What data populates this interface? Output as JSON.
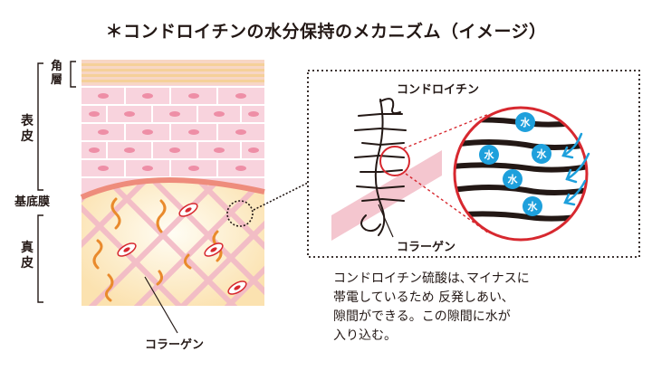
{
  "title": "＊コンドロイチンの水分保持のメカニズム（イメージ）",
  "skin_layers": {
    "kakuso_line1": "角",
    "kakuso_line2": "層",
    "hyohi_line1": "表",
    "hyohi_line2": "皮",
    "kiteimaku": "基底膜",
    "shinpi_line1": "真",
    "shinpi_line2": "皮"
  },
  "callouts": {
    "chondroitin": "コンドロイチン",
    "collagen_right": "コラーゲン",
    "collagen_bottom": "コラーゲン"
  },
  "water_label": "水",
  "description": {
    "line1": "コンドロイチン硫酸は､マイナスに",
    "line2": "帯電しているため 反発しあい､",
    "line3": "隙間ができる。この隙間に水が",
    "line4": "入り込む。"
  },
  "colors": {
    "corneum": "#f7d9a8",
    "epidermis": "#f8d3dd",
    "dermis": "#fbe9c4",
    "lattice": "#f2b9c6",
    "fiber": "#e98a2c",
    "membrane": "#ee8c7c",
    "accent_red": "#d7282f",
    "water_blue": "#1ea0dc",
    "collagen_band": "#f4c6cf"
  }
}
